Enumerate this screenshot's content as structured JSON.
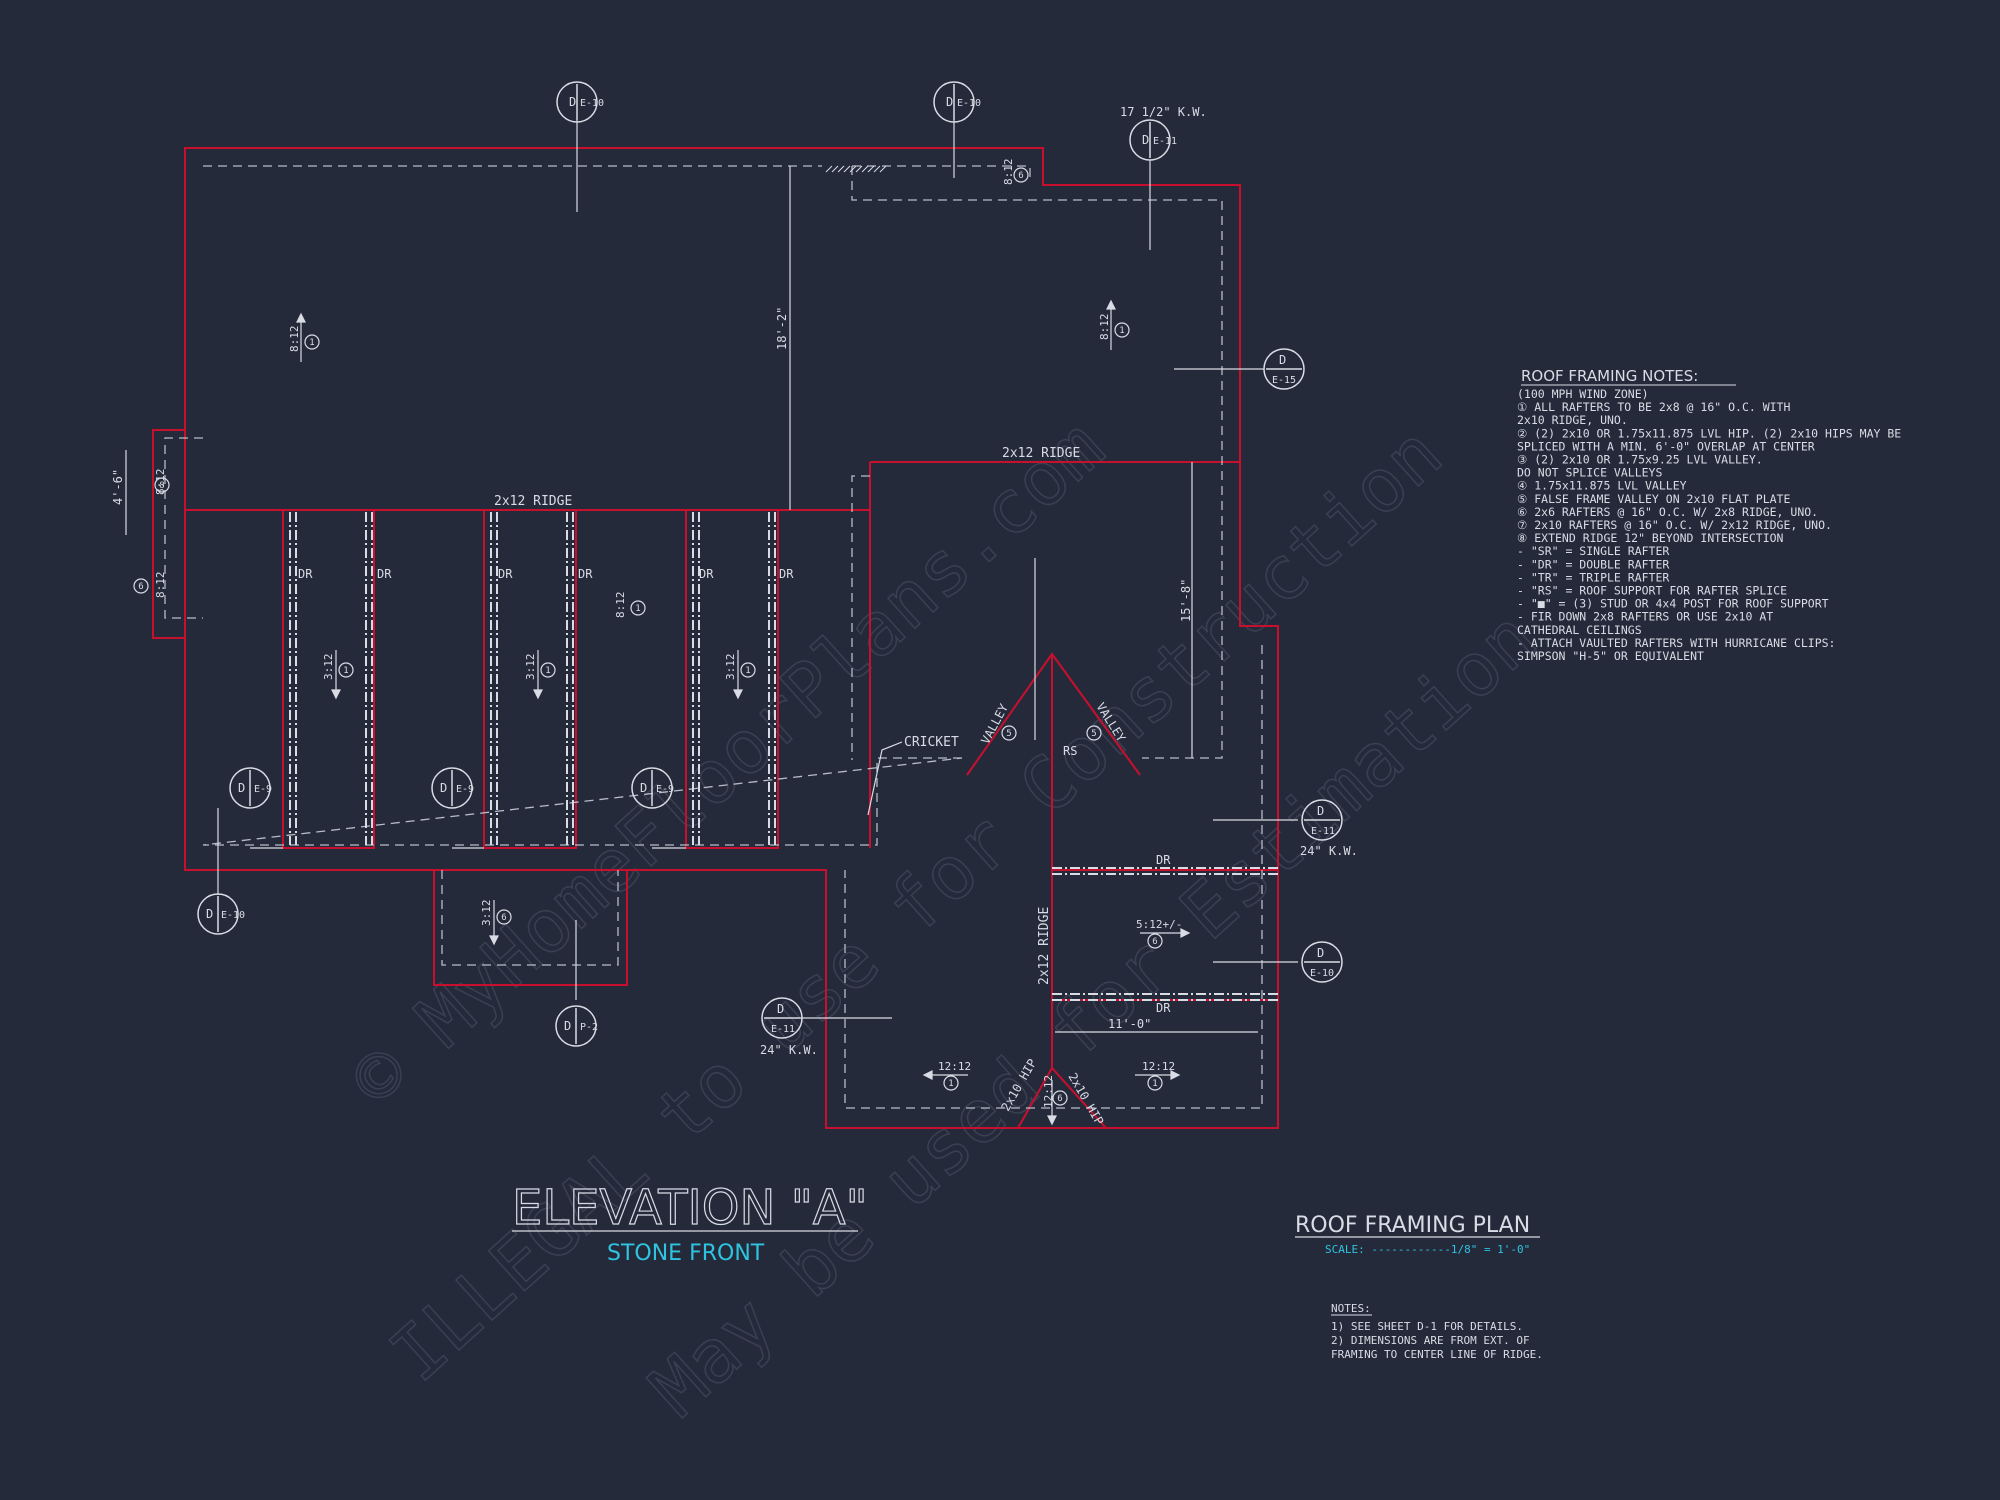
{
  "colors": {
    "background": "#252a3b",
    "roof_outline": "#c8102e",
    "linework": "#d9dce4",
    "dashed": "#b8bcc8",
    "subtitle": "#2ec4e0",
    "watermark": "#5a5f72"
  },
  "watermark": {
    "line1": "© MyHomeFloorPlans.com",
    "line2": "ILLEGAL to use for Construction",
    "line3": "May be used for Estimation"
  },
  "title_block": {
    "elevation_title": "ELEVATION \"A\"",
    "elevation_subtitle": "STONE FRONT",
    "plan_title": "ROOF FRAMING PLAN",
    "scale": "SCALE: ------------1/8\" = 1'-0\""
  },
  "framing_notes": {
    "heading": "ROOF FRAMING NOTES:",
    "lines": [
      "(100 MPH WIND ZONE)",
      "① ALL RAFTERS TO BE 2x8 @ 16\" O.C. WITH",
      "   2x10 RIDGE, UNO.",
      "② (2) 2x10 OR 1.75x11.875 LVL HIP. (2) 2x10 HIPS MAY BE",
      "   SPLICED WITH A MIN. 6'-0\" OVERLAP AT CENTER",
      "③ (2) 2x10 OR 1.75x9.25 LVL VALLEY.",
      "   DO NOT SPLICE VALLEYS",
      "④ 1.75x11.875 LVL VALLEY",
      "⑤ FALSE FRAME VALLEY ON 2x10 FLAT PLATE",
      "⑥ 2x6 RAFTERS @ 16\" O.C. W/ 2x8 RIDGE, UNO.",
      "⑦ 2x10 RAFTERS @ 16\" O.C. W/ 2x12 RIDGE, UNO.",
      "⑧ EXTEND RIDGE 12\" BEYOND INTERSECTION",
      "-  \"SR\" = SINGLE RAFTER",
      "-  \"DR\" = DOUBLE RAFTER",
      "-  \"TR\" = TRIPLE RAFTER",
      "-  \"RS\" = ROOF SUPPORT FOR RAFTER SPLICE",
      "-  \"■\" = (3) STUD OR 4x4 POST FOR ROOF SUPPORT",
      "-  FIR DOWN 2x8 RAFTERS OR USE 2x10 AT",
      "   CATHEDRAL CEILINGS",
      "-  ATTACH VAULTED RAFTERS WITH HURRICANE CLIPS:",
      "   SIMPSON \"H-5\" OR EQUIVALENT"
    ]
  },
  "general_notes": {
    "heading": "NOTES:",
    "lines": [
      "1)  SEE SHEET D-1 FOR DETAILS.",
      "2)  DIMENSIONS ARE FROM EXT. OF",
      "     FRAMING TO CENTER LINE OF RIDGE."
    ]
  },
  "plan_labels": {
    "ridge_left": "2x12 RIDGE",
    "ridge_right": "2x12 RIDGE",
    "ridge_vertical": "2x12 RIDGE",
    "cricket": "CRICKET",
    "valley": "VALLEY",
    "rs": "RS",
    "dr": "DR",
    "hip": "2x10 HIP",
    "kw_top": "17 1/2\" K.W.",
    "kw_24": "24\" K.W.",
    "dim_18_2": "18'-2\"",
    "dim_15_8": "15'-8\"",
    "dim_11_0": "11'-0\"",
    "dim_4_6": "4'-6\"",
    "pitch_8_12": "8:12",
    "pitch_3_12": "3:12",
    "pitch_12_12": "12:12",
    "pitch_5_12": "5:12+/-",
    "n1": "1",
    "n5": "5",
    "n6": "6",
    "n8": "8"
  },
  "section_markers": [
    {
      "letter": "D",
      "sheet": "E-10"
    },
    {
      "letter": "D",
      "sheet": "E-10"
    },
    {
      "letter": "D",
      "sheet": "E-11"
    },
    {
      "letter": "D",
      "sheet": "E-15"
    },
    {
      "letter": "D",
      "sheet": "E-11"
    },
    {
      "letter": "D",
      "sheet": "E-10"
    },
    {
      "letter": "D",
      "sheet": "E-11"
    },
    {
      "letter": "D",
      "sheet": "E-9"
    },
    {
      "letter": "D",
      "sheet": "E-9"
    },
    {
      "letter": "D",
      "sheet": "E-9"
    },
    {
      "letter": "D",
      "sheet": "E-10"
    },
    {
      "letter": "D",
      "sheet": "P-2"
    }
  ]
}
